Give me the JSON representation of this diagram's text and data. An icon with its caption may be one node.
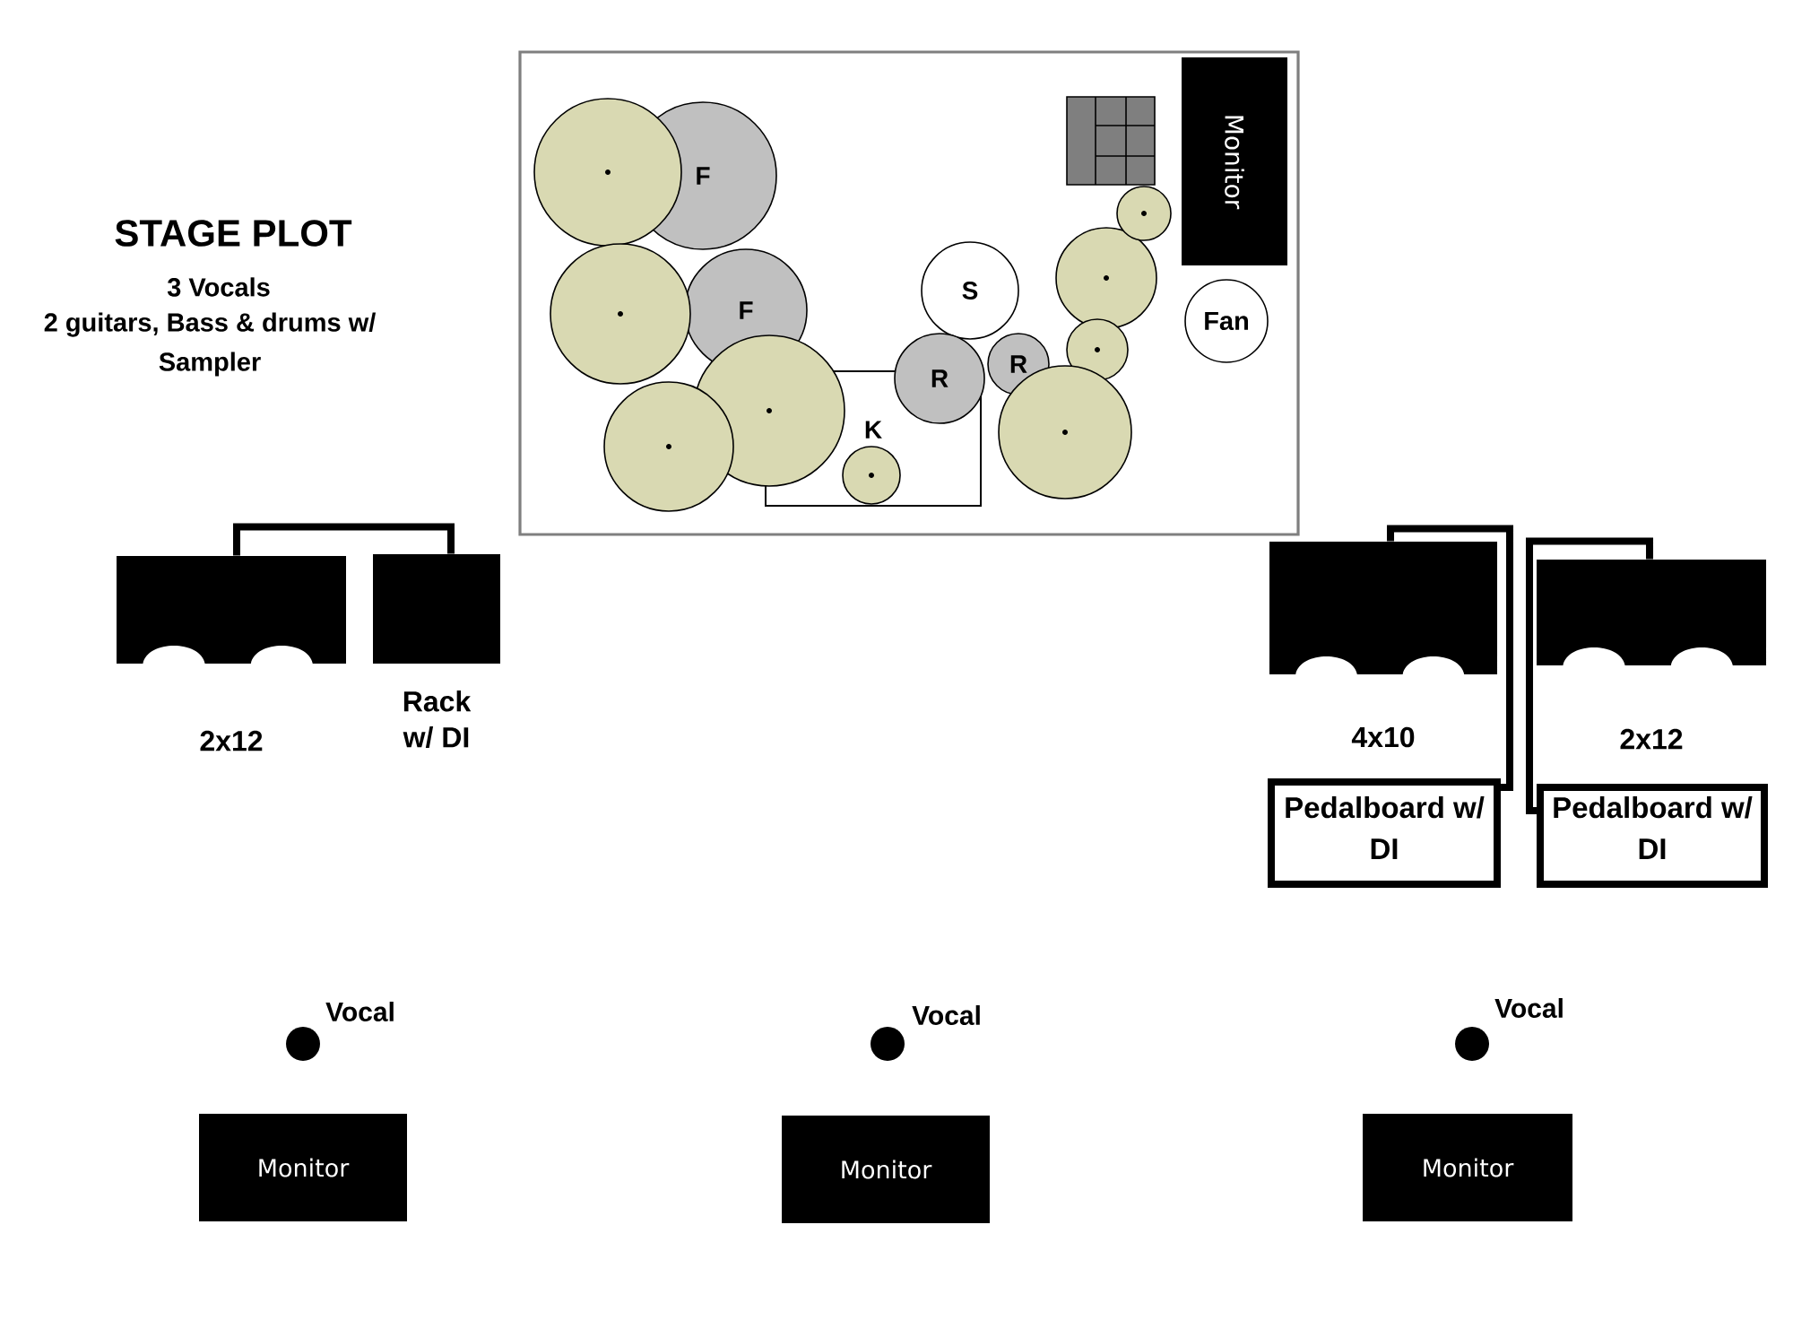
{
  "diagram": {
    "title": "STAGE PLOT",
    "nodes": [
      {
        "text": [],
        "shape": "box"
      },
      {
        "text": [],
        "shape": "circle",
        "in": 0
      },
      {
        "text": [
          "F"
        ],
        "in": 0
      },
      {
        "text": [
          "Monitor"
        ],
        "in": 0
      },
      {
        "text": [],
        "shape": "circle",
        "in": 0
      },
      {
        "text": [],
        "shape": "circle",
        "in": 0
      },
      {
        "text": [
          "S"
        ],
        "in": 0
      },
      {
        "text": [],
        "shape": "circle",
        "in": 0
      },
      {
        "text": [
          "F"
        ],
        "in": 0
      },
      {
        "text": [
          "Fan"
        ],
        "in": 0
      },
      {
        "text": [],
        "shape": "circle",
        "in": 0
      },
      {
        "text": [
          "R"
        ],
        "in": 0
      },
      {
        "text": [
          "R"
        ],
        "in": 0
      },
      {
        "text": [],
        "shape": "circle",
        "in": 0
      },
      {
        "text": [
          "K"
        ],
        "in": 0
      },
      {
        "text": [],
        "shape": "circle",
        "in": 14
      },
      {
        "text": [],
        "shape": "circle",
        "in": 0
      },
      {
        "text": [],
        "shape": "circle",
        "in": 0
      },
      {
        "text": [
          "2x12"
        ]
      },
      {
        "text": [
          "Rack w/ DI"
        ]
      },
      {
        "text": [
          "4x10"
        ]
      },
      {
        "text": [
          "2x12"
        ]
      },
      {
        "text": [
          "Pedalboard w/ DI"
        ]
      },
      {
        "text": [
          "Pedalboard w/ DI"
        ]
      },
      {
        "text": [],
        "shape": "circle",
        "beside": [
          "Vocal"
        ]
      },
      {
        "text": [],
        "shape": "circle",
        "beside": [
          "Vocal"
        ]
      },
      {
        "text": [],
        "shape": "circle",
        "beside": [
          "Vocal"
        ]
      },
      {
        "text": [
          "Monitor"
        ]
      },
      {
        "text": [
          "Monitor"
        ]
      },
      {
        "text": [
          "Monitor"
        ]
      }
    ],
    "edges": [
      {
        "from": 18,
        "to": 19,
        "arrow": "none"
      },
      {
        "from": 20,
        "to": 22,
        "arrow": "none"
      },
      {
        "from": 21,
        "to": 23,
        "arrow": "none"
      }
    ],
    "labels": [
      "3 Vocals",
      "2 guitars, Bass & drums w/ Sampler"
    ]
  }
}
